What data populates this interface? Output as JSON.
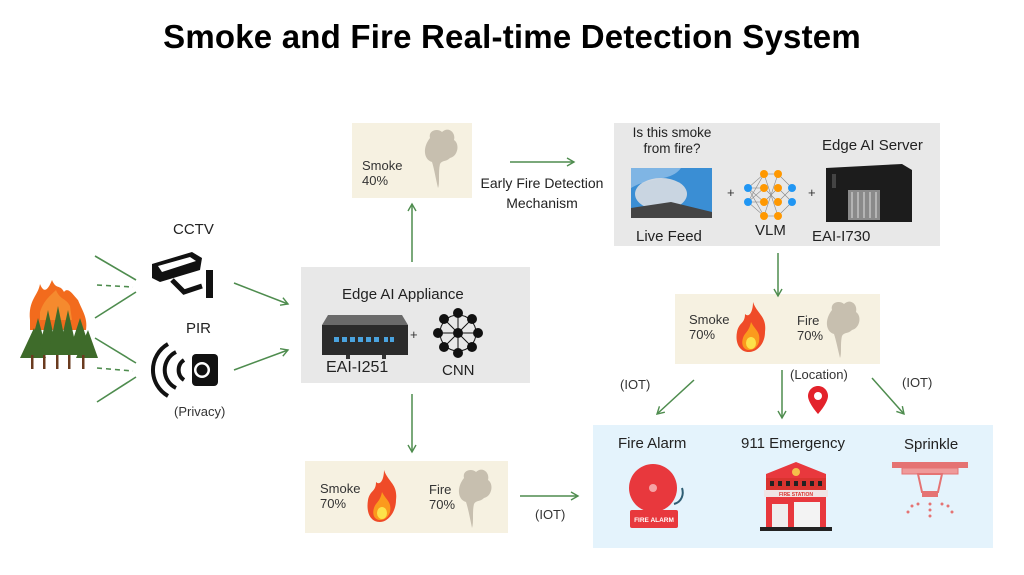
{
  "title": "Smoke and Fire Real-time Detection System",
  "colors": {
    "arrow": "#4e8c4e",
    "beige_box": "#f6f1e1",
    "gray_box": "#e8e8e8",
    "blue_box": "#e4f3fc",
    "fire_red": "#e8383d",
    "smoke": "#c7bfaf"
  },
  "sensors": {
    "cctv_label": "CCTV",
    "pir_label": "PIR",
    "pir_note": "(Privacy)"
  },
  "edge_appliance": {
    "title": "Edge AI Appliance",
    "device_label": "EAI-I251",
    "plus": "+",
    "model_label": "CNN"
  },
  "early_result": {
    "smoke_label": "Smoke",
    "smoke_value": "40%"
  },
  "early_mechanism": {
    "line1": "Early Fire Detection",
    "line2": "Mechanism"
  },
  "edge_server": {
    "question_line1": "Is this smoke",
    "question_line2": "from fire?",
    "title": "Edge AI Server",
    "feed_label": "Live Feed",
    "model_label": "VLM",
    "device_label": "EAI-I730",
    "plus": "+"
  },
  "server_result": {
    "smoke_label": "Smoke",
    "smoke_value": "70%",
    "fire_label": "Fire",
    "fire_value": "70%"
  },
  "appliance_result": {
    "smoke_label": "Smoke",
    "smoke_value": "70%",
    "fire_label": "Fire",
    "fire_value": "70%"
  },
  "connections": {
    "iot_left": "(IOT)",
    "location": "(Location)",
    "iot_right": "(IOT)",
    "iot_bottom": "(IOT)"
  },
  "actions": [
    {
      "label": "Fire Alarm",
      "icon": "fire-alarm-bell-icon",
      "badge": "FIRE ALARM"
    },
    {
      "label": "911 Emergency",
      "icon": "fire-station-icon",
      "badge": "FIRE STATION"
    },
    {
      "label": "Sprinkle",
      "icon": "sprinkler-icon"
    }
  ]
}
